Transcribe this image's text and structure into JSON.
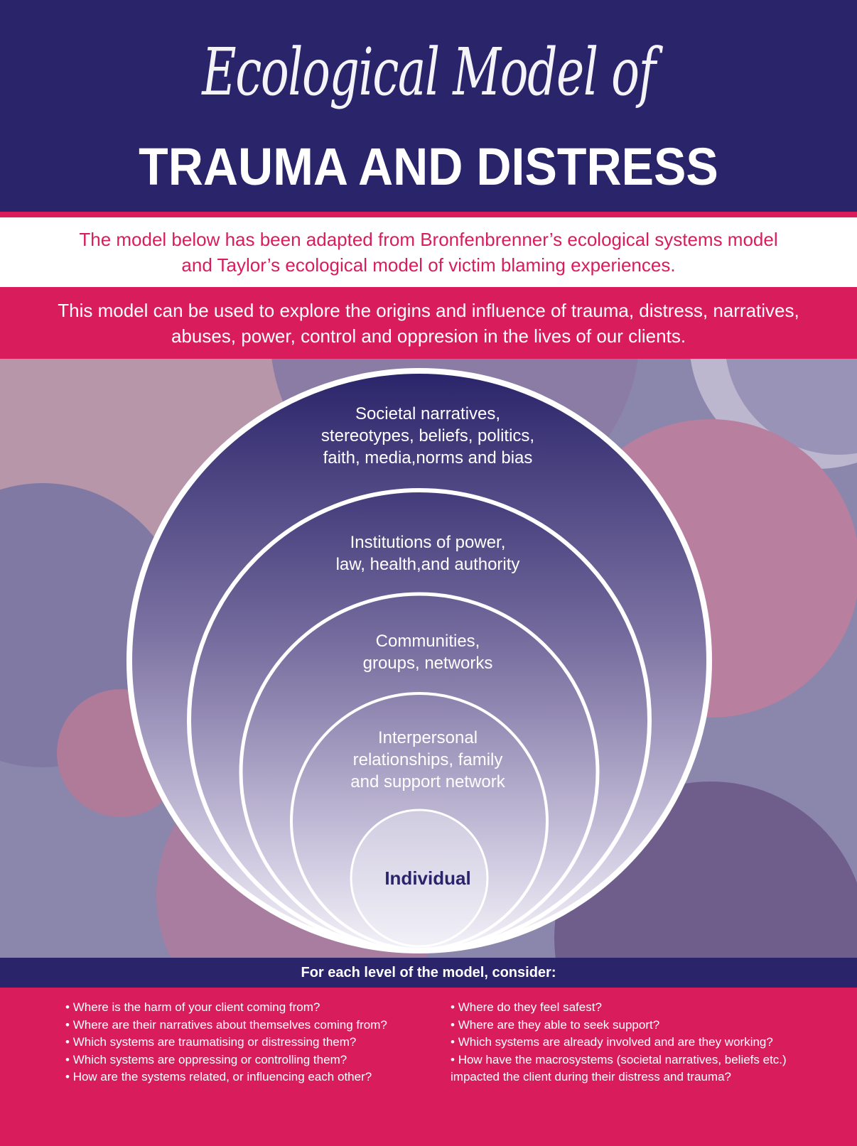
{
  "header": {
    "script_title": "Ecological Model of",
    "title": "TRAUMA AND DISTRESS"
  },
  "intro": {
    "line1": "The model below has been adapted from Bronfenbrenner’s ecological systems model",
    "line2": "and Taylor’s ecological model of victim blaming experiences."
  },
  "band": {
    "line1": "This model can be used to explore the origins and influence of trauma, distress, narratives,",
    "line2": "abuses, power, control and oppresion in the lives of our clients."
  },
  "levels": [
    {
      "lines": [
        "Societal narratives,",
        "stereotypes, beliefs, politics,",
        "faith, media,norms and bias"
      ]
    },
    {
      "lines": [
        "Institutions of power,",
        "law, health,and authority"
      ]
    },
    {
      "lines": [
        "Communities,",
        "groups, networks"
      ]
    },
    {
      "lines": [
        "Interpersonal",
        "relationships, family",
        "and support network"
      ]
    },
    {
      "lines": [
        "Individual"
      ]
    }
  ],
  "colors": {
    "navy": "#2a246a",
    "pink": "#d91c5c"
  },
  "consider": {
    "heading": "For each level of the model, consider:",
    "left": [
      "Where is the harm of your client coming from?",
      "Where are their narratives about themselves coming from?",
      "Which systems are traumatising or distressing them?",
      "Which systems are oppressing or controlling them?",
      "How are the systems related, or influencing each other?"
    ],
    "right": [
      "Where do they feel safest?",
      "Where are they able to seek support?",
      "Which systems are already involved and are they working?",
      "How have the macrosystems (societal narratives, beliefs etc.) impacted the client during their distress and trauma?"
    ]
  }
}
